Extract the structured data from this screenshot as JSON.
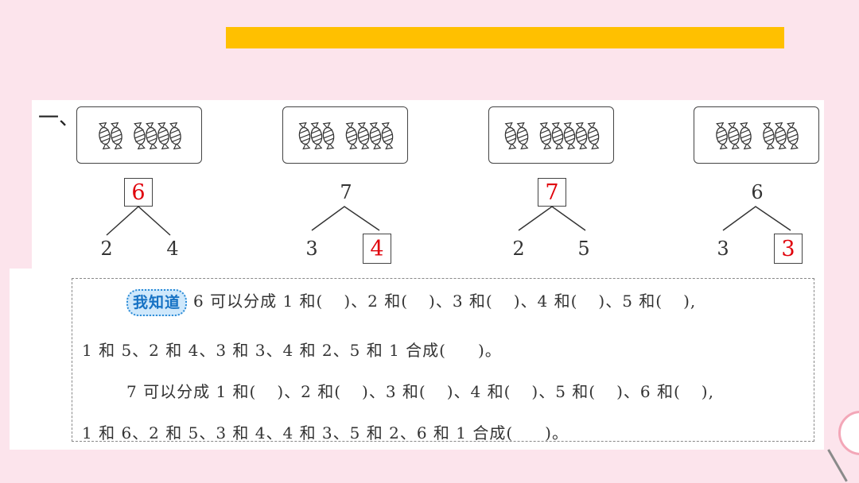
{
  "section_number": "一、",
  "groups": [
    {
      "whole": "6",
      "part_a": "2",
      "part_b": "4",
      "left_candies": 2,
      "right_candies": 4
    },
    {
      "whole": "7",
      "part_a": "3",
      "part_b": "4",
      "left_candies": 3,
      "right_candies": 4
    },
    {
      "whole": "7",
      "part_a": "2",
      "part_b": "5",
      "left_candies": 2,
      "right_candies": 5
    },
    {
      "whole": "6",
      "part_a": "3",
      "part_b": "3",
      "left_candies": 3,
      "right_candies": 3
    }
  ],
  "notes": {
    "badge": "我知道",
    "line1": {
      "t0": "6 可以分成 1 和(",
      "t1": ")、2 和(",
      "t2": ")、3 和(",
      "t3": ")、4 和(",
      "t4": ")、5 和(",
      "t5": "),"
    },
    "line2": {
      "t0": "1 和 5、2 和 4、3 和 3、4 和 2、5 和 1 合成(",
      "t1": ")。"
    },
    "line3": {
      "t0": "7 可以分成 1 和(",
      "t1": ")、2 和(",
      "t2": ")、3 和(",
      "t3": ")、4 和(",
      "t4": ")、5 和(",
      "t5": ")、6 和(",
      "t6": "),"
    },
    "line4": {
      "t0": "1 和 6、2 和 5、3 和 4、4 和 3、5 和 2、6 和 1 合成(",
      "t1": ")。"
    }
  },
  "colors": {
    "banner": "#ffc000",
    "answer": "#e0000a",
    "background": "#fce4ec",
    "badge": "#1672c4"
  },
  "icons": {
    "candy": "candy-icon"
  }
}
